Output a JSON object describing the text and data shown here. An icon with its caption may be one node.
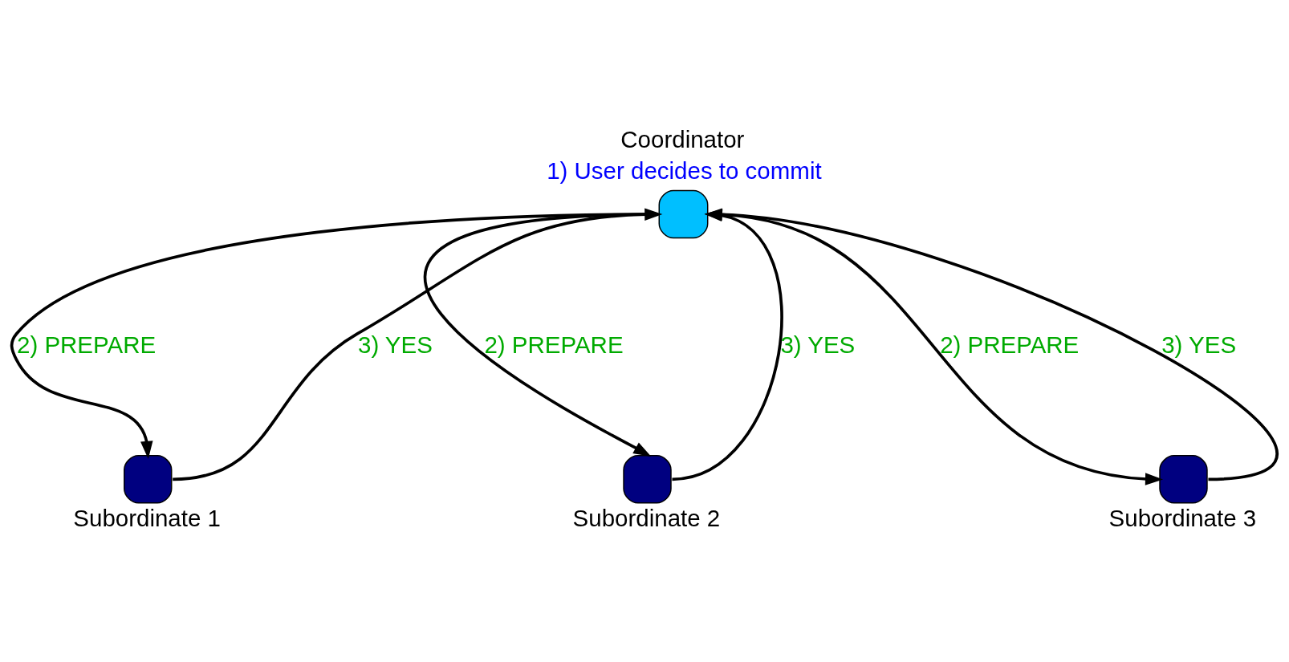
{
  "diagram": {
    "nodes": [
      {
        "text": [
          "Coordinator"
        ],
        "beside": [
          "1) User decides to commit"
        ]
      },
      {
        "text": [
          "Subordinate 1"
        ]
      },
      {
        "text": [
          "Subordinate 2"
        ]
      },
      {
        "text": [
          "Subordinate 3"
        ]
      }
    ],
    "edges": [
      {
        "from": 0,
        "to": 1,
        "arrow": "to",
        "label": "2) PREPARE"
      },
      {
        "from": 1,
        "to": 0,
        "arrow": "to",
        "label": "3) YES"
      },
      {
        "from": 0,
        "to": 2,
        "arrow": "to",
        "label": "2) PREPARE"
      },
      {
        "from": 2,
        "to": 0,
        "arrow": "to",
        "label": "3) YES"
      },
      {
        "from": 0,
        "to": 3,
        "arrow": "to",
        "label": "2) PREPARE"
      },
      {
        "from": 3,
        "to": 0,
        "arrow": "to",
        "label": "3) YES"
      }
    ]
  }
}
